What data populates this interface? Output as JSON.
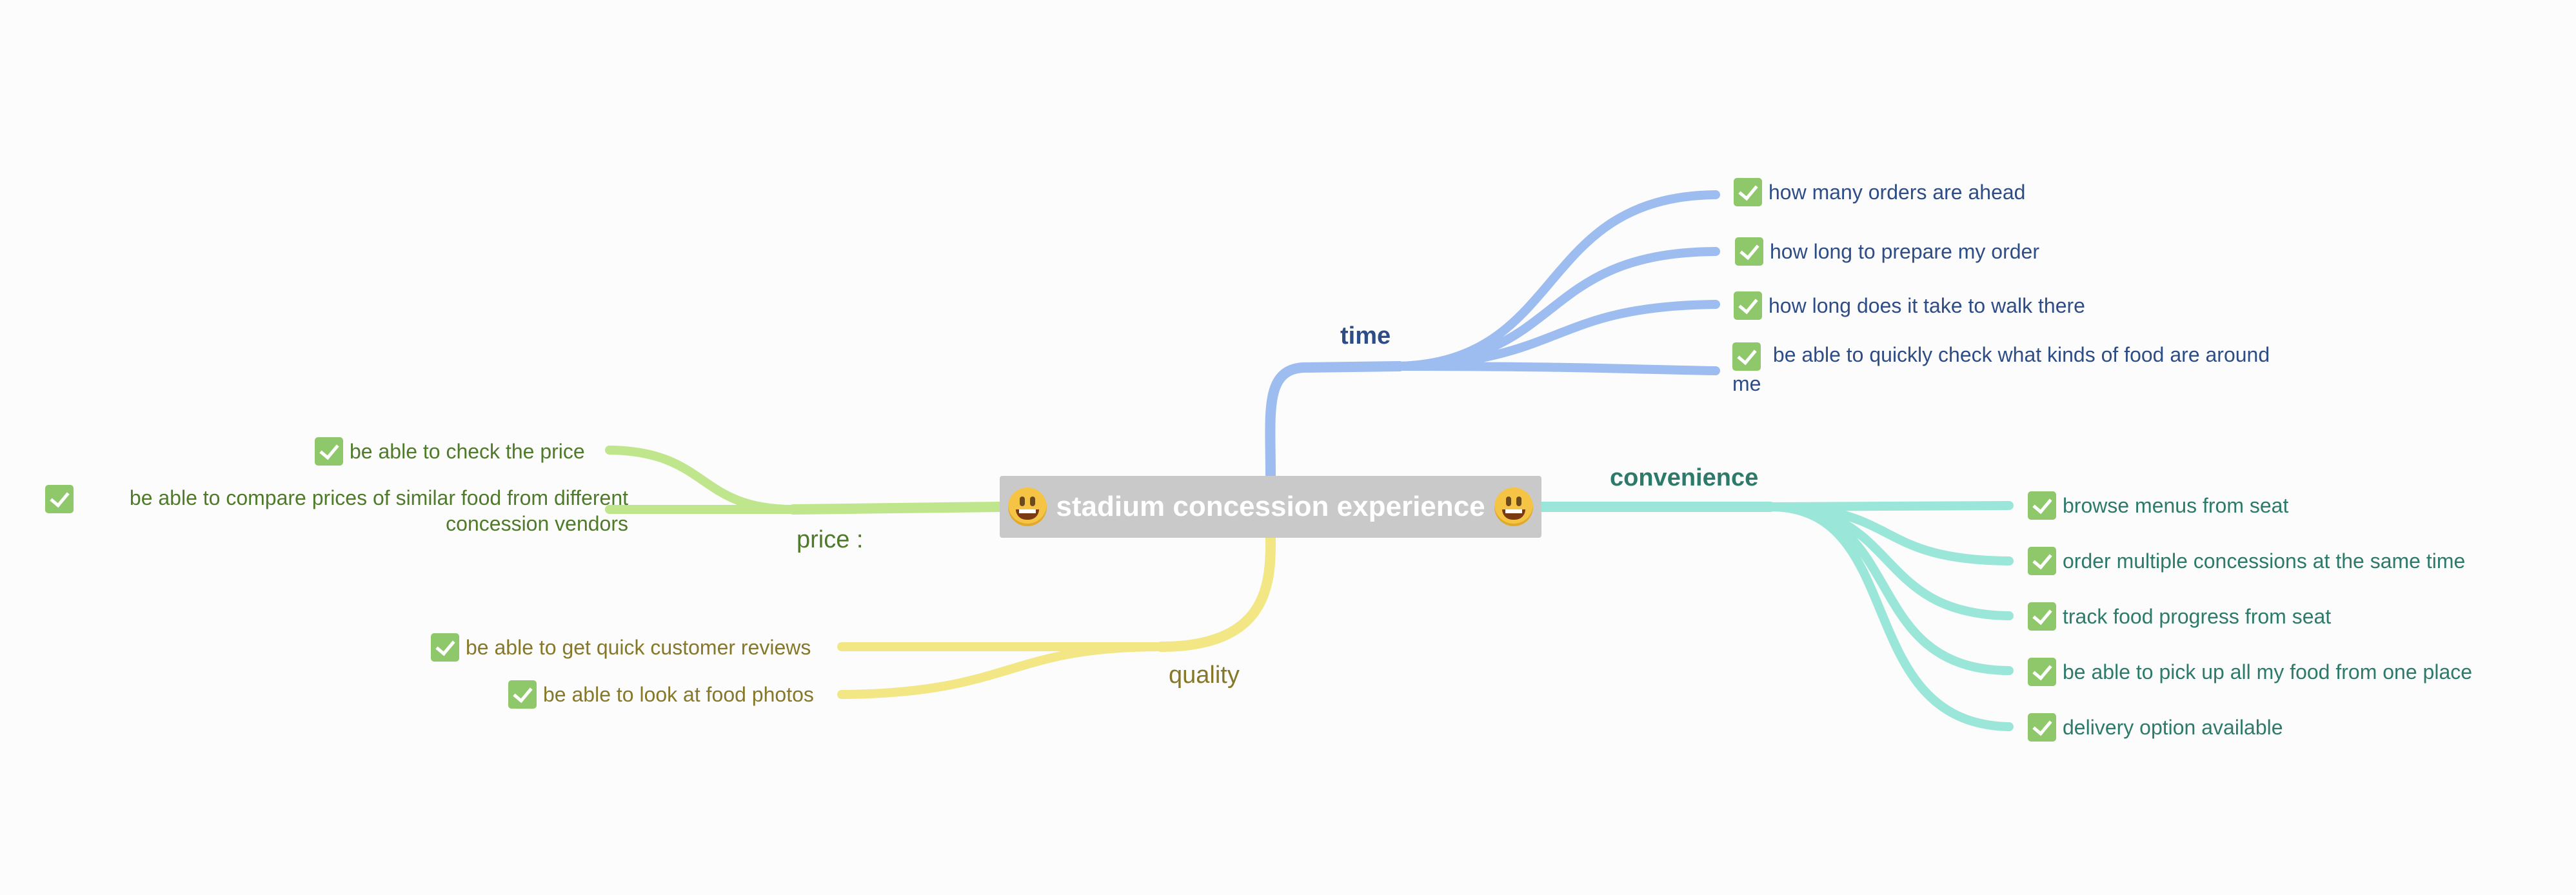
{
  "root": {
    "label": "stadium concession experience",
    "icon": "smiley-emoji-icon"
  },
  "colors": {
    "time": "#9dbcf0",
    "convenience": "#9ae6d8",
    "price": "#bfe68c",
    "quality": "#f2e685",
    "root_bg": "#c9c9c9",
    "check": "#8fc86a"
  },
  "branches": {
    "time": {
      "label": "time",
      "items": [
        "how many orders are ahead",
        "how long to prepare my order",
        "how long does it take to walk there",
        "be able to quickly check what kinds of food are around me"
      ]
    },
    "convenience": {
      "label": "convenience",
      "items": [
        "browse menus from seat",
        "order multiple concessions at the same time",
        "track food progress from seat",
        "be able to pick up all my food from one place",
        "delivery option available"
      ]
    },
    "price": {
      "label": "price :",
      "items": [
        "be able to check the price",
        "be able to compare prices of similar food from different concession vendors"
      ]
    },
    "quality": {
      "label": "quality",
      "items": [
        "be able to get quick customer reviews",
        "be able to look at food photos"
      ]
    }
  },
  "item_icon": "checkbox-checked-icon"
}
